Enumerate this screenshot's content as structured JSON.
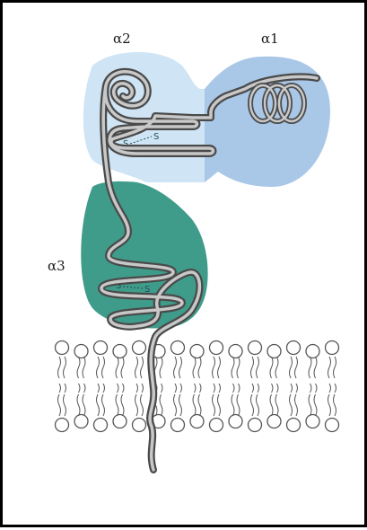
{
  "labels": {
    "alpha1": "α1",
    "alpha2": "α2",
    "alpha3": "α3",
    "disulfide_s": "S"
  },
  "colors": {
    "alpha1_domain": "#a9c7e6",
    "alpha2_domain": "#cfe4f4",
    "alpha3_domain": "#3f9c8a",
    "chain_outer": "#4a4a4a",
    "chain_inner": "#c8c8c8",
    "membrane_lipid": "#555555"
  }
}
